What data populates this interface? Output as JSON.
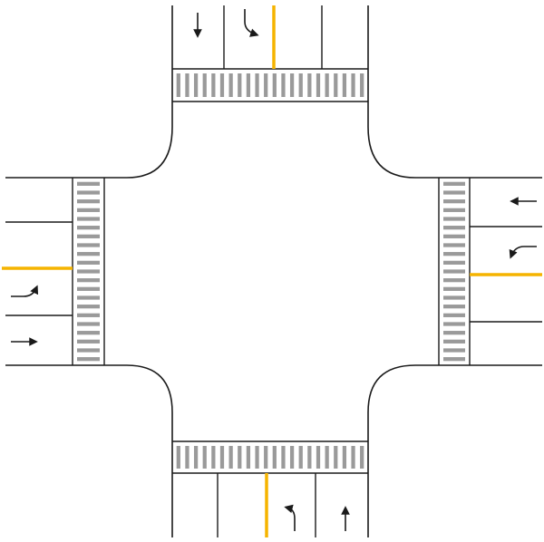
{
  "colors": {
    "background": "#ffffff",
    "curb": "#1a1a1a",
    "lane_line": "#1a1a1a",
    "center_line": "#f5b400",
    "crosswalk_stripe": "#9a9a9a",
    "arrow": "#1a1a1a"
  },
  "roads": {
    "north": {
      "lanes": 4,
      "crosswalk": true,
      "arrows": [
        "straight-icon",
        "right-turn-icon"
      ]
    },
    "south": {
      "lanes": 4,
      "crosswalk": true,
      "arrows": [
        "left-turn-icon",
        "straight-icon"
      ]
    },
    "west": {
      "lanes": 4,
      "crosswalk": true,
      "arrows": [
        "left-turn-icon",
        "straight-icon"
      ]
    },
    "east": {
      "lanes": 4,
      "crosswalk": true,
      "arrows": [
        "straight-icon",
        "left-turn-icon"
      ]
    }
  }
}
